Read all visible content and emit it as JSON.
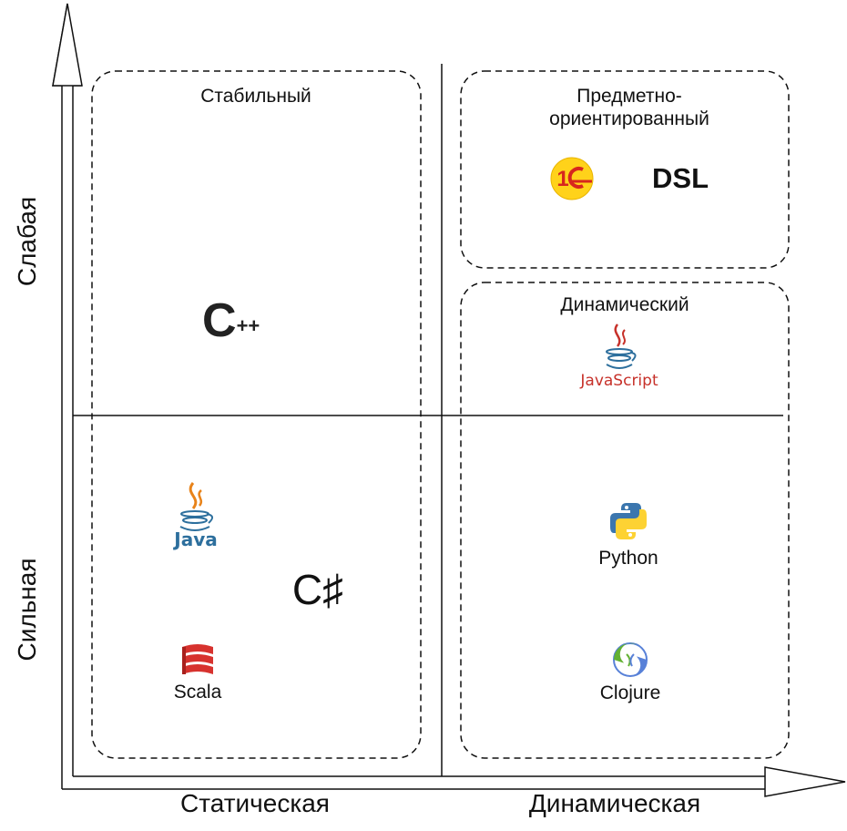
{
  "axes": {
    "x_left": "Статическая",
    "x_right": "Динамическая",
    "y_top": "Слабая",
    "y_bottom": "Сильная"
  },
  "groups": {
    "stable": "Стабильный",
    "domain_specific": "Предметно-\nориентированный",
    "dynamic": "Динамический"
  },
  "languages": {
    "cpp": {
      "main": "C",
      "sup": "++"
    },
    "dsl": "DSL",
    "one_c": "1C",
    "javascript": "JavaScript",
    "java": "Java",
    "csharp": "C♯",
    "scala": "Scala",
    "python": "Python",
    "clojure": "Clojure"
  },
  "colors": {
    "js_red": "#c7312a",
    "java_blue": "#2d6f9d",
    "java_flame": "#e8831a",
    "scala_red": "#d7322e",
    "onec_yellow": "#ffd21a",
    "onec_red": "#d7261e",
    "python_blue": "#3b76ae",
    "python_yellow": "#fdd233",
    "clojure_green": "#63b132",
    "clojure_blue": "#5881d8"
  }
}
